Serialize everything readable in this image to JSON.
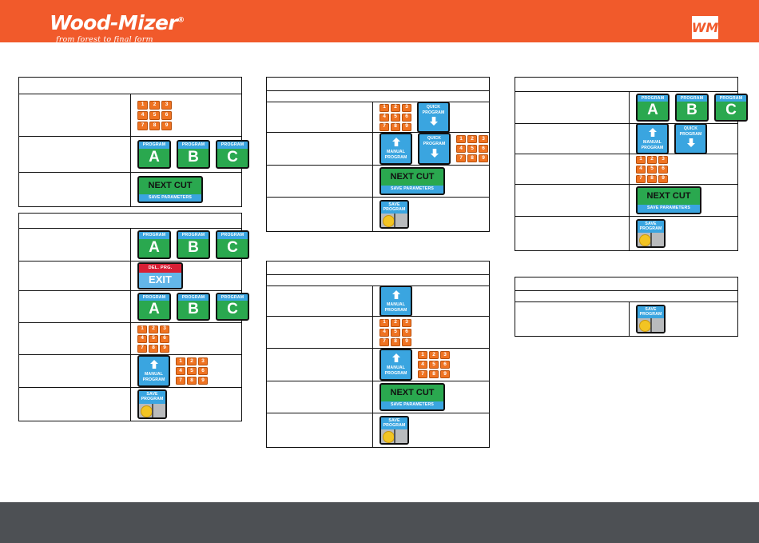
{
  "header": {
    "brand": "Wood-Mizer",
    "brand_mark": "®",
    "tagline": "from forest to final form",
    "badge_text": "WM",
    "background_color": "#f15a2b"
  },
  "footer": {
    "background_color": "#4d5054"
  },
  "buttons": {
    "program_cap": "PROGRAM",
    "program_a": "A",
    "program_b": "B",
    "program_c": "C",
    "next_cut": "NEXT CUT",
    "save_parameters": "SAVE PARAMETERS",
    "del_prg": "DEL. PRG.",
    "exit": "EXIT",
    "manual_line1": "MANUAL",
    "manual_line2": "PROGRAM",
    "quick_line1": "QUICK",
    "quick_line2": "PROGRAM",
    "save_line1": "SAVE",
    "save_line2": "PROGRAM",
    "arrow_up": "↑",
    "arrow_down": "↓"
  },
  "keypad": {
    "keys": [
      "1",
      "2",
      "3",
      "4",
      "5",
      "6",
      "7",
      "8",
      "9"
    ]
  },
  "colors": {
    "orange_brand": "#f15a2b",
    "key_orange": "#ef7322",
    "green": "#2aa84f",
    "blue": "#3aa5e0",
    "light_blue": "#63b6e8",
    "red": "#d81f35",
    "gray": "#b9bbbd",
    "footer_gray": "#4d5054",
    "border_black": "#111111"
  },
  "tables": {
    "table_a": {
      "title": "",
      "rows": [
        {
          "label": ""
        },
        {
          "label": ""
        },
        {
          "label": ""
        }
      ]
    },
    "table_b": {
      "title": "",
      "rows": [
        {
          "label": ""
        },
        {
          "label": ""
        },
        {
          "label": ""
        },
        {
          "label": ""
        },
        {
          "label": ""
        },
        {
          "label": ""
        }
      ]
    },
    "table_c": {
      "title": "",
      "subtitle": "",
      "rows": [
        {
          "label": ""
        },
        {
          "label": ""
        },
        {
          "label": ""
        },
        {
          "label": ""
        }
      ]
    },
    "table_d": {
      "title": "",
      "subtitle": "",
      "rows": [
        {
          "label": ""
        },
        {
          "label": ""
        },
        {
          "label": ""
        },
        {
          "label": ""
        },
        {
          "label": ""
        }
      ]
    },
    "table_e": {
      "title": "",
      "rows": [
        {
          "label": ""
        },
        {
          "label": ""
        },
        {
          "label": ""
        },
        {
          "label": ""
        },
        {
          "label": ""
        }
      ]
    },
    "table_f": {
      "title": "",
      "subtitle": "",
      "rows": [
        {
          "label": ""
        }
      ]
    }
  }
}
